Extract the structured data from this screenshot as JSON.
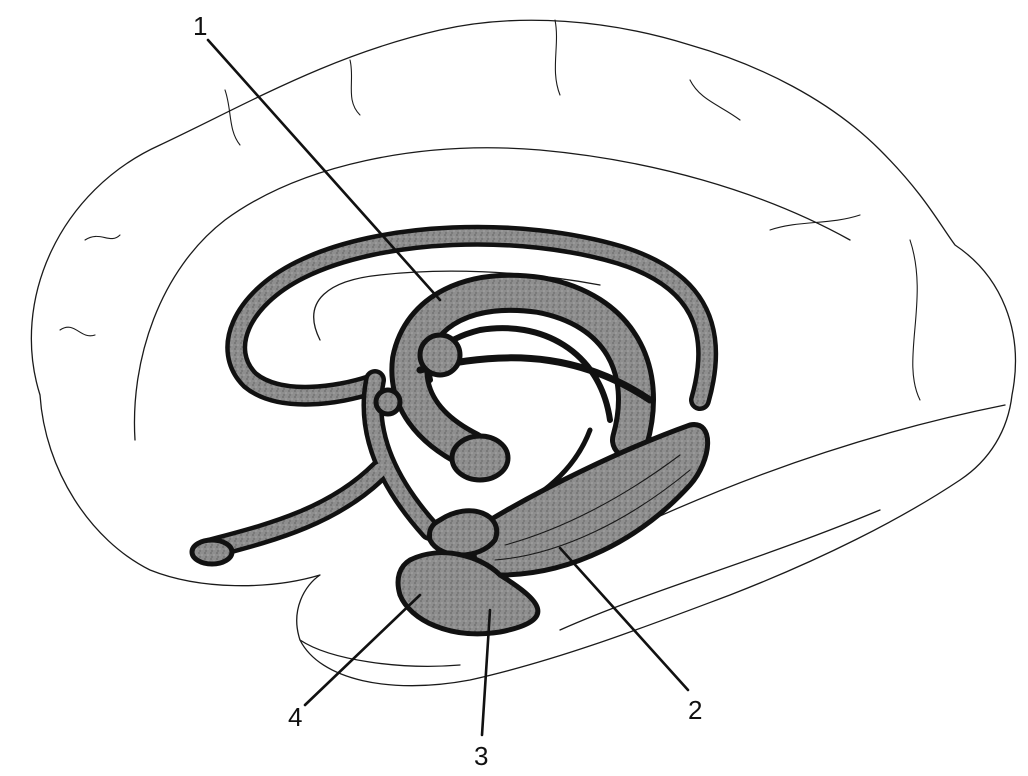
{
  "labels": {
    "label_1": "1",
    "label_2": "2",
    "label_3": "3",
    "label_4": "4"
  },
  "colors": {
    "outline": "#1a1a1a",
    "structure_fill": "#8e8e8e",
    "structure_stipple": "#6a6a6a",
    "background": "#ffffff"
  }
}
